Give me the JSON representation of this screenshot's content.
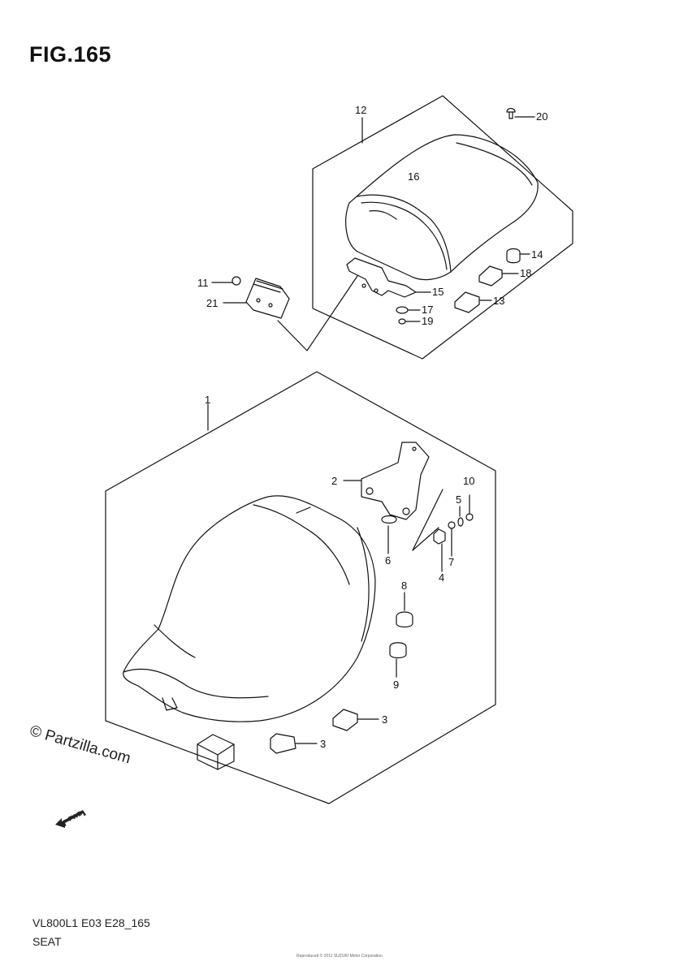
{
  "figure": {
    "title": "FIG.165",
    "code": "VL800L1 E03 E28_165",
    "name": "SEAT",
    "watermark": "© Partzilla.com",
    "fwd_label": "FWD",
    "tiny_text": "Reproduced © 2011 SUZUKI Motor Corporation"
  },
  "callouts": {
    "c1": "1",
    "c2": "2",
    "c3a": "3",
    "c3b": "3",
    "c4": "4",
    "c5": "5",
    "c6": "6",
    "c7": "7",
    "c8": "8",
    "c9": "9",
    "c10": "10",
    "c11": "11",
    "c12": "12",
    "c13": "13",
    "c14": "14",
    "c15": "15",
    "c16": "16",
    "c17": "17",
    "c18": "18",
    "c19": "19",
    "c20": "20",
    "c21": "21"
  }
}
